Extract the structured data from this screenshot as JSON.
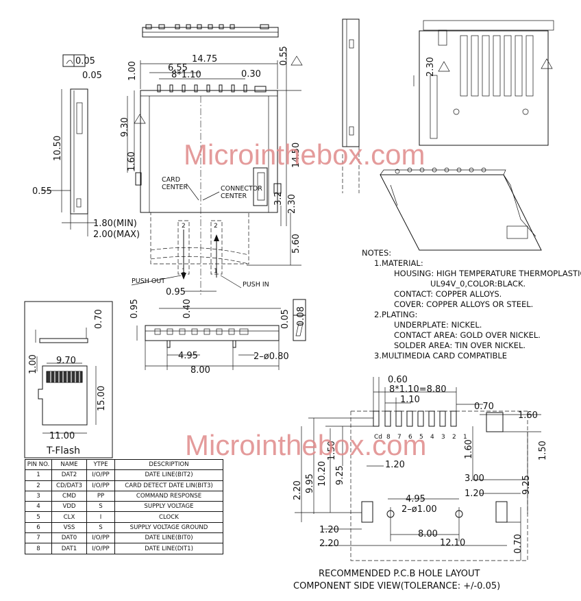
{
  "watermark": "Microinthebox.com",
  "top_view": {
    "width_total": "14.75",
    "offset_a": "6.55",
    "pitch": "8*1.10",
    "pad_w": "0.30",
    "top_h": "1.00",
    "top_right": "0.55",
    "h_930": "9.30",
    "h_160": "1.60",
    "h_1450": "14.50",
    "h_230": "2.30",
    "h_560": "5.60",
    "h_32": "3.2",
    "card_center": [
      "CARD",
      "CENTER"
    ],
    "connector_center": [
      "CONNECTOR",
      "CENTER"
    ],
    "push_out": "PUSH OUT",
    "push_in": "PUSH IN",
    "push_dist": "0.95"
  },
  "side_view": {
    "flat_sym": "0.05",
    "flat_val": "0.05",
    "h_1050": "10.50",
    "w_055": "0.55",
    "t_min": "1.80(MIN)",
    "t_max": "2.00(MAX)"
  },
  "iso_view": {
    "h_230": "2.30"
  },
  "front_view": {
    "h_095": "0.95",
    "h_040": "0.40",
    "h_005": "0.05",
    "flat_val": "0.08",
    "w_495": "4.95",
    "w_800": "8.00",
    "hole": "2–ø0.80"
  },
  "tflash": {
    "label": "T-Flash",
    "t_070": "0.70",
    "t_970": "9.70",
    "t_100": "1.00",
    "t_1500": "15.00",
    "t_1100": "11.00"
  },
  "notes": {
    "title": "NOTES:",
    "lines": [
      {
        "t": "1.MATERIAL:",
        "ind": 0
      },
      {
        "t": "HOUSING: HIGH TEMPERATURE THERMOPLASTIC",
        "ind": 1
      },
      {
        "t": "UL94V_0,COLOR:BLACK.",
        "ind": 2
      },
      {
        "t": "CONTACT: COPPER ALLOYS.",
        "ind": 1
      },
      {
        "t": "COVER: COPPER ALLOYS OR STEEL.",
        "ind": 1
      },
      {
        "t": "2.PLATING:",
        "ind": 0
      },
      {
        "t": "UNDERPLATE: NICKEL.",
        "ind": 1
      },
      {
        "t": "CONTACT AREA: GOLD OVER NICKEL.",
        "ind": 1
      },
      {
        "t": "SOLDER AREA: TIN OVER NICKEL.",
        "ind": 1
      },
      {
        "t": "3.MULTIMEDIA CARD COMPATIBLE",
        "ind": 0
      }
    ]
  },
  "pcb": {
    "d_060": "0.60",
    "d_pitch": "8*1.10=8.80",
    "d_110": "1.10",
    "d_070": "0.70",
    "d_160r": "1.60",
    "d_150r": "1.50",
    "d_160": "1.60",
    "d_120a": "1.20",
    "d_300": "3.00",
    "d_925r": "9.25",
    "d_120b": "1.20",
    "d_495": "4.95",
    "d_hole": "2–ø1.00",
    "d_800": "8.00",
    "d_1210": "12.10",
    "d_120c": "1.20",
    "d_220b": "2.20",
    "d_070b": "0.70",
    "v_220": "2.20",
    "v_995": "9.95",
    "v_1020": "10.20",
    "v_1050": "1.50",
    "v_925": "9.25",
    "pin_labels": [
      "Cd",
      "8",
      "7",
      "6",
      "5",
      "4",
      "3",
      "2",
      "1"
    ],
    "caption1": "RECOMMENDED P.C.B HOLE LAYOUT",
    "caption2": "COMPONENT SIDE VIEW(TOLERANCE: +/-0.05)"
  },
  "pin_table": {
    "headers": [
      "PIN NO.",
      "NAME",
      "YTPE",
      "DESCRIPTION"
    ],
    "rows": [
      [
        "1",
        "DAT2",
        "I/O/PP",
        "DATE LINE(BIT2)"
      ],
      [
        "2",
        "CD/DAT3",
        "I/O/PP",
        "CARD DETECT DATE LIN(BIT3)"
      ],
      [
        "3",
        "CMD",
        "PP",
        "COMMAND RESPONSE"
      ],
      [
        "4",
        "VDD",
        "S",
        "SUPPLY VOLTAGE"
      ],
      [
        "5",
        "CLX",
        "I",
        "CLOCK"
      ],
      [
        "6",
        "VSS",
        "S",
        "SUPPLY VOLTAGE GROUND"
      ],
      [
        "7",
        "DAT0",
        "I/O/PP",
        "DATE LINE(BIT0)"
      ],
      [
        "8",
        "DAT1",
        "I/O/PP",
        "DATE LINE(DIT1)"
      ]
    ]
  }
}
